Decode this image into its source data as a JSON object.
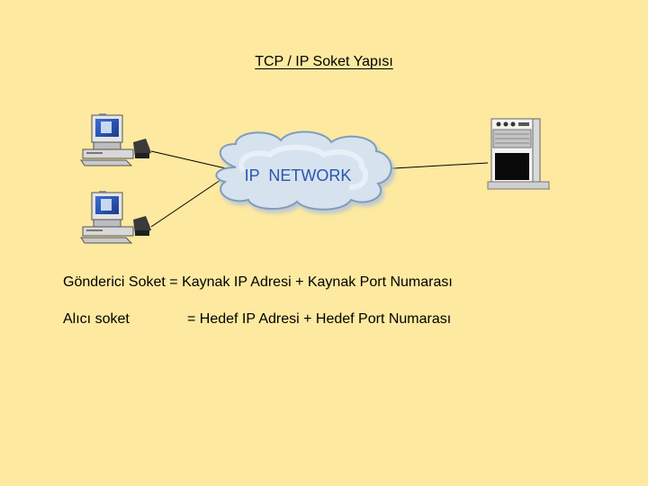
{
  "title": "TCP / IP Soket Yapısı",
  "network": {
    "cloud_label": "IP  NETWORK",
    "colors": {
      "cloud_fill": "#D6E2EE",
      "cloud_stroke": "#7E9DBC",
      "label": "#2A56B0"
    }
  },
  "icons": [
    "desktop-computer-icon",
    "desktop-computer-icon",
    "server-tower-icon"
  ],
  "definitions": {
    "sender": "Gönderici Soket = Kaynak IP Adresi + Kaynak Port Numarası",
    "receiver_label": "Alıcı soket",
    "receiver_value": "= Hedef IP Adresi + Hedef Port Numarası"
  },
  "colors": {
    "background": "#FDE9A0"
  }
}
